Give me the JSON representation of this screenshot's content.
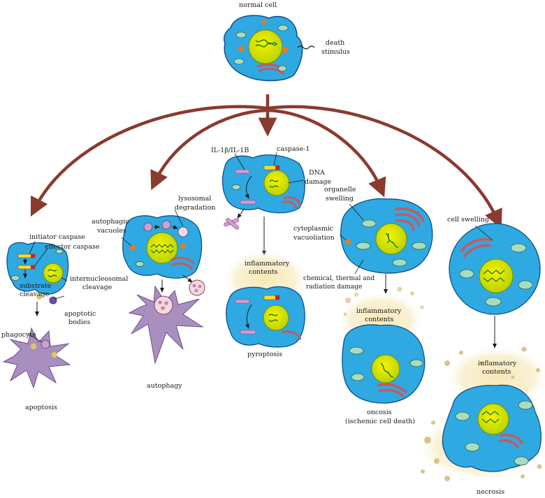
{
  "labels": {
    "normal_cell": "normal cell",
    "death_stimulus_1": "death",
    "death_stimulus_2": "stimulus",
    "apoptosis": {
      "initiator_caspase": "initiator caspase",
      "effector_caspase": "effector caspase",
      "internucleosomal_1": "internucleosomal",
      "internucleosomal_2": "cleavage",
      "substrate_1": "substrate",
      "substrate_2": "cleavage",
      "apoptotic_bodies_1": "apoptotic",
      "apoptotic_bodies_2": "bodies",
      "phagocyte": "phagocyte",
      "title": "apoptosis"
    },
    "autophagy": {
      "autophagic_vacuoles_1": "autophagic",
      "autophagic_vacuoles_2": "vacuoles",
      "lysosomal_degradation_1": "lysosomal",
      "lysosomal_degradation_2": "degradation",
      "title": "autophagy"
    },
    "pyroptosis": {
      "il1b": "IL-1β/IL-1B",
      "caspase1": "caspase-1",
      "dna_damage_1": "DNA",
      "dna_damage_2": "damage",
      "inflammatory_1": "inflammatory",
      "inflammatory_2": "contents",
      "title": "pyroptosis"
    },
    "oncosis": {
      "organelle_swelling_1": "organelle",
      "organelle_swelling_2": "swelling",
      "cytoplasmic_vacuoliation_1": "cytoplasmic",
      "cytoplasmic_vacuoliation_2": "vacuoliation",
      "damage_1": "chemical, thermal and",
      "damage_2": "radiation damage",
      "inflammatory_1": "inflammatory",
      "inflammatory_2": "contents",
      "title_1": "oncosis",
      "title_2": "(ischemic cell death)"
    },
    "necrosis": {
      "cell_swelling": "cell swelling",
      "inflamatory_1": "inflamatory",
      "inflamatory_2": "contents",
      "title": "necrosis"
    }
  },
  "colors": {
    "cytoplasm": "#2fa9e1",
    "cytoplasm_outline": "#0d4f8c",
    "nucleus_outer": "#e4e400",
    "nucleus_inner": "#b8d400",
    "branch_arrow": "#8b3a2e",
    "phagocyte": "#a98fc0",
    "inflammatory_halo": "#f7e8b5",
    "mitochondria": "#a8dcc0",
    "golgi": "#c9585f",
    "lysosome": "#e87b1e"
  },
  "icons": [
    "cell-icon",
    "nucleus-icon",
    "mitochondrion-icon",
    "golgi-icon",
    "dna-helix-icon",
    "caspase-icon",
    "phagocyte-icon",
    "lysosome-icon"
  ]
}
